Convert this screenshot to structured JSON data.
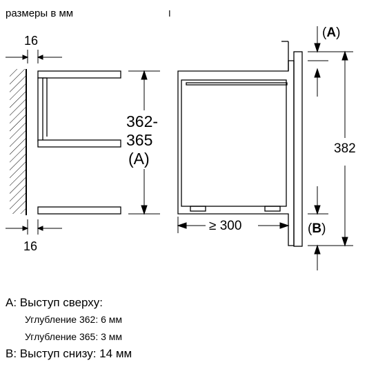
{
  "title": "размеры в мм",
  "cursor_mark": "I",
  "dims": {
    "wall_gap_top": "16",
    "wall_gap_bottom": "16",
    "niche_height_line1": "362-",
    "niche_height_line2": "365",
    "niche_height_line3": "(A)",
    "depth": "≥ 300",
    "total_height": "382",
    "label_a_open": "(",
    "label_a": "A",
    "label_a_close": ")",
    "label_b_open": "(",
    "label_b": "B",
    "label_b_close": ")"
  },
  "notes": {
    "a_title": "A: Выступ сверху:",
    "a_line1": "Углубление 362: 6 мм",
    "a_line2": "Углубление 365: 3 мм",
    "b_title": "B: Выступ снизу: 14 мм"
  }
}
